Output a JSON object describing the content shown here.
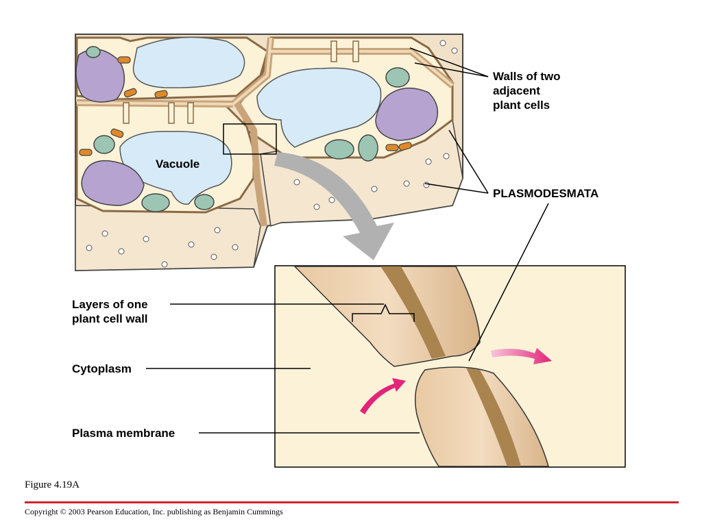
{
  "labels": {
    "walls": [
      "Walls of two",
      "adjacent",
      "plant cells"
    ],
    "plasmodesmata": "PLASMODESMATA",
    "vacuole": "Vacuole",
    "layers": [
      "Layers of one",
      "plant cell wall"
    ],
    "cytoplasm": "Cytoplasm",
    "plasma_membrane": "Plasma membrane"
  },
  "footer": {
    "figure": "Figure 4.19A",
    "copyright": "Copyright © 2003 Pearson Education, Inc. publishing as Benjamin Cummings"
  },
  "colors": {
    "cell_wall": "#f1e1c8",
    "wall_dark": "#c9a47a",
    "cytoplasm": "#fbf2d8",
    "vacuole": "#d6eaf7",
    "nucleus": "#b6a3cf",
    "chloroplast": "#9cc6b3",
    "mitochondria": "#e0892a",
    "arrow_magenta": "#e2247a",
    "arrow_gray": "#b1b1b1",
    "rule": "#d1232a"
  }
}
